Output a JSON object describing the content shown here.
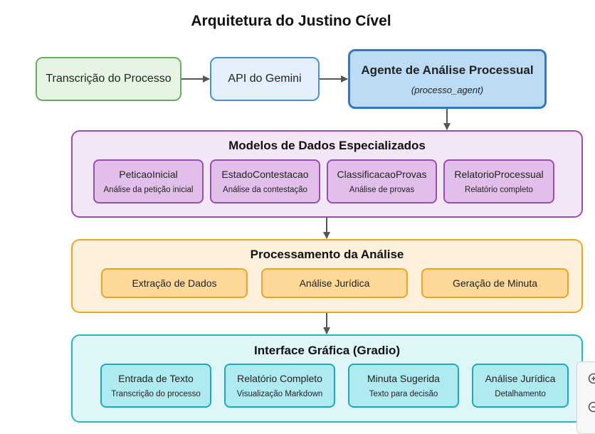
{
  "title": "Arquitetura do Justino Cível",
  "top_flow": {
    "transcription": "Transcrição do Processo",
    "api": "API do Gemini",
    "agent_title": "Agente de Análise Processual",
    "agent_subtitle": "(processo_agent)"
  },
  "models": {
    "title": "Modelos de Dados Especializados",
    "items": [
      {
        "name": "PeticaoInicial",
        "desc": "Análise da petição inicial"
      },
      {
        "name": "EstadoContestacao",
        "desc": "Análise da contestação"
      },
      {
        "name": "ClassificacaoProvas",
        "desc": "Análise de provas"
      },
      {
        "name": "RelatorioProcessual",
        "desc": "Relatório completo"
      }
    ]
  },
  "processing": {
    "title": "Processamento da Análise",
    "items": [
      "Extração de Dados",
      "Análise Jurídica",
      "Geração de Minuta"
    ]
  },
  "interface": {
    "title": "Interface Gráfica (Gradio)",
    "items": [
      {
        "name": "Entrada de Texto",
        "desc": "Transcrição do processo"
      },
      {
        "name": "Relatório Completo",
        "desc": "Visualização Markdown"
      },
      {
        "name": "Minuta Sugerida",
        "desc": "Texto para decisão"
      },
      {
        "name": "Análise Jurídica",
        "desc": "Detalhamento"
      }
    ]
  },
  "colors": {
    "arrow": "#555555",
    "purple_border": "#9c4bb0",
    "orange_border": "#f3a21c",
    "cyan_border": "#2bb4c4",
    "agent_border": "#2e78c7",
    "green_border": "#6aae63"
  },
  "icons": {
    "zoom_in": "zoom-in-icon",
    "zoom_out": "zoom-out-icon"
  }
}
